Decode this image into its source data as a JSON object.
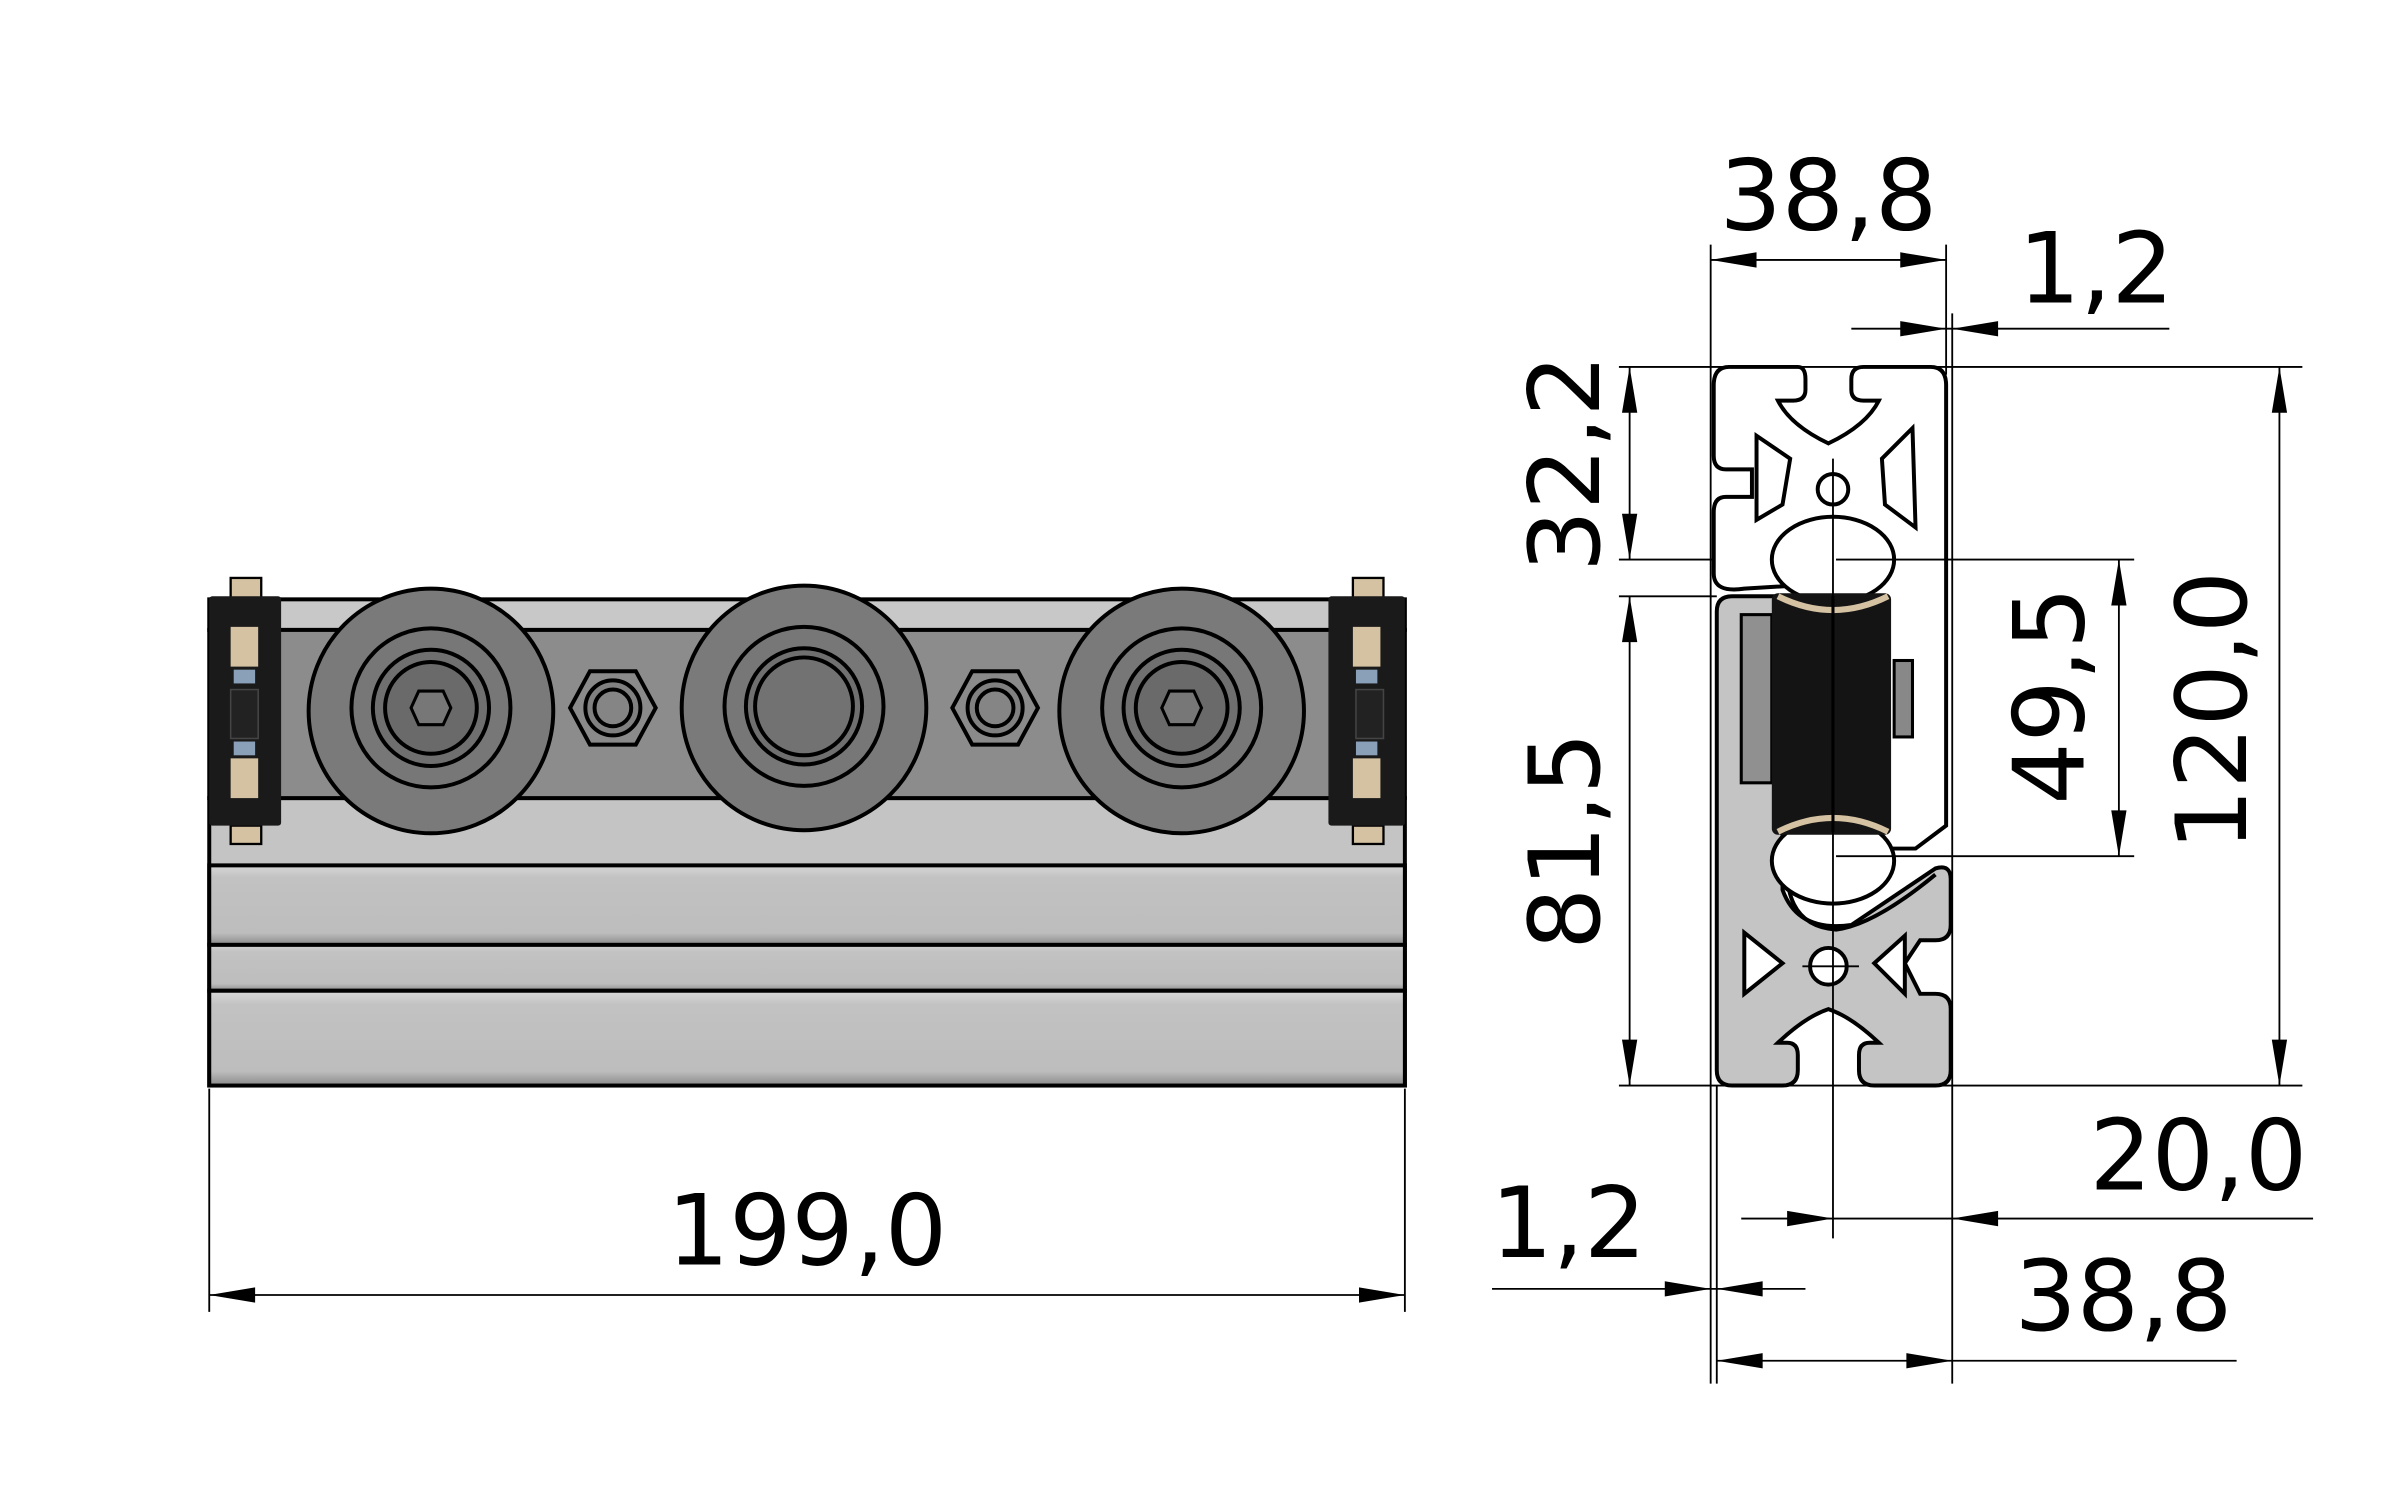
{
  "drawing": {
    "front_view": {
      "length_dimension": "199,0"
    },
    "side_view": {
      "top_width": "38,8",
      "top_offset": "1,2",
      "upper_slot_height": "32,2",
      "wheel_spacing": "49,5",
      "total_height": "120,0",
      "lower_height": "81,5",
      "bottom_wheel_offset": "20,0",
      "bottom_offset": "1,2",
      "bottom_width": "38,8"
    },
    "colors": {
      "profile": "#c4c4c4",
      "wheel": "#808080",
      "end_cap": "#1a1a1a",
      "pin": "#d4c2a2"
    }
  }
}
